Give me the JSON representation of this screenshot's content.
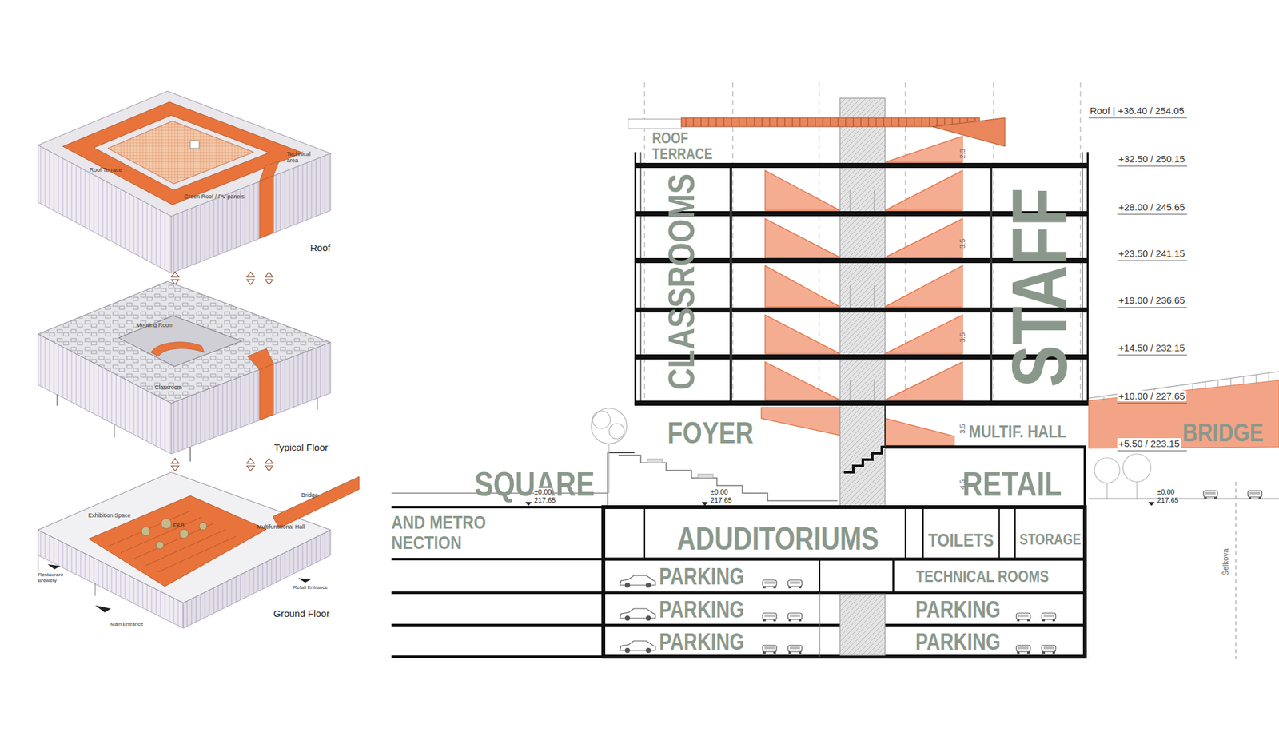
{
  "diagram": {
    "labels": [
      "Roof Terrace",
      "Technical area",
      "Green Roof / PV panels",
      "Roof",
      "Meeting Room",
      "Classroom",
      "Typical Floor",
      "Exhibition Space",
      "F&B",
      "Bridge",
      "Multifunctional Hall",
      "Restaurant Brewery",
      "Retail Entrance",
      "Main Entrance",
      "Ground Floor",
      "Roof | +36.40 / 254.05",
      "+32.50 / 250.15",
      "+28.00 / 245.65",
      "+23.50 / 241.15",
      "+19.00 / 236.65",
      "+14.50 / 232.15",
      "+10.00 / 227.65",
      "+5.50 / 223.15",
      "ROOF TERRACE",
      "CLASSROOMS",
      "STAFF",
      "FOYER",
      "MULTIF. HALL",
      "RETAIL",
      "BRIDGE",
      "SQUARE",
      "AND METRO NECTION",
      "ADUDITORIUMS",
      "TOILETS",
      "STORAGE",
      "PARKING",
      "PARKING",
      "PARKING",
      "TECHNICAL ROOMS",
      "PARKING",
      "PARKING",
      "±0.00",
      "217.65",
      "±0.00",
      "217.65",
      "±0.00",
      "217.65",
      "Šelkova",
      "2.3",
      "3.5",
      "3.5",
      "3.5",
      "4.5"
    ]
  }
}
